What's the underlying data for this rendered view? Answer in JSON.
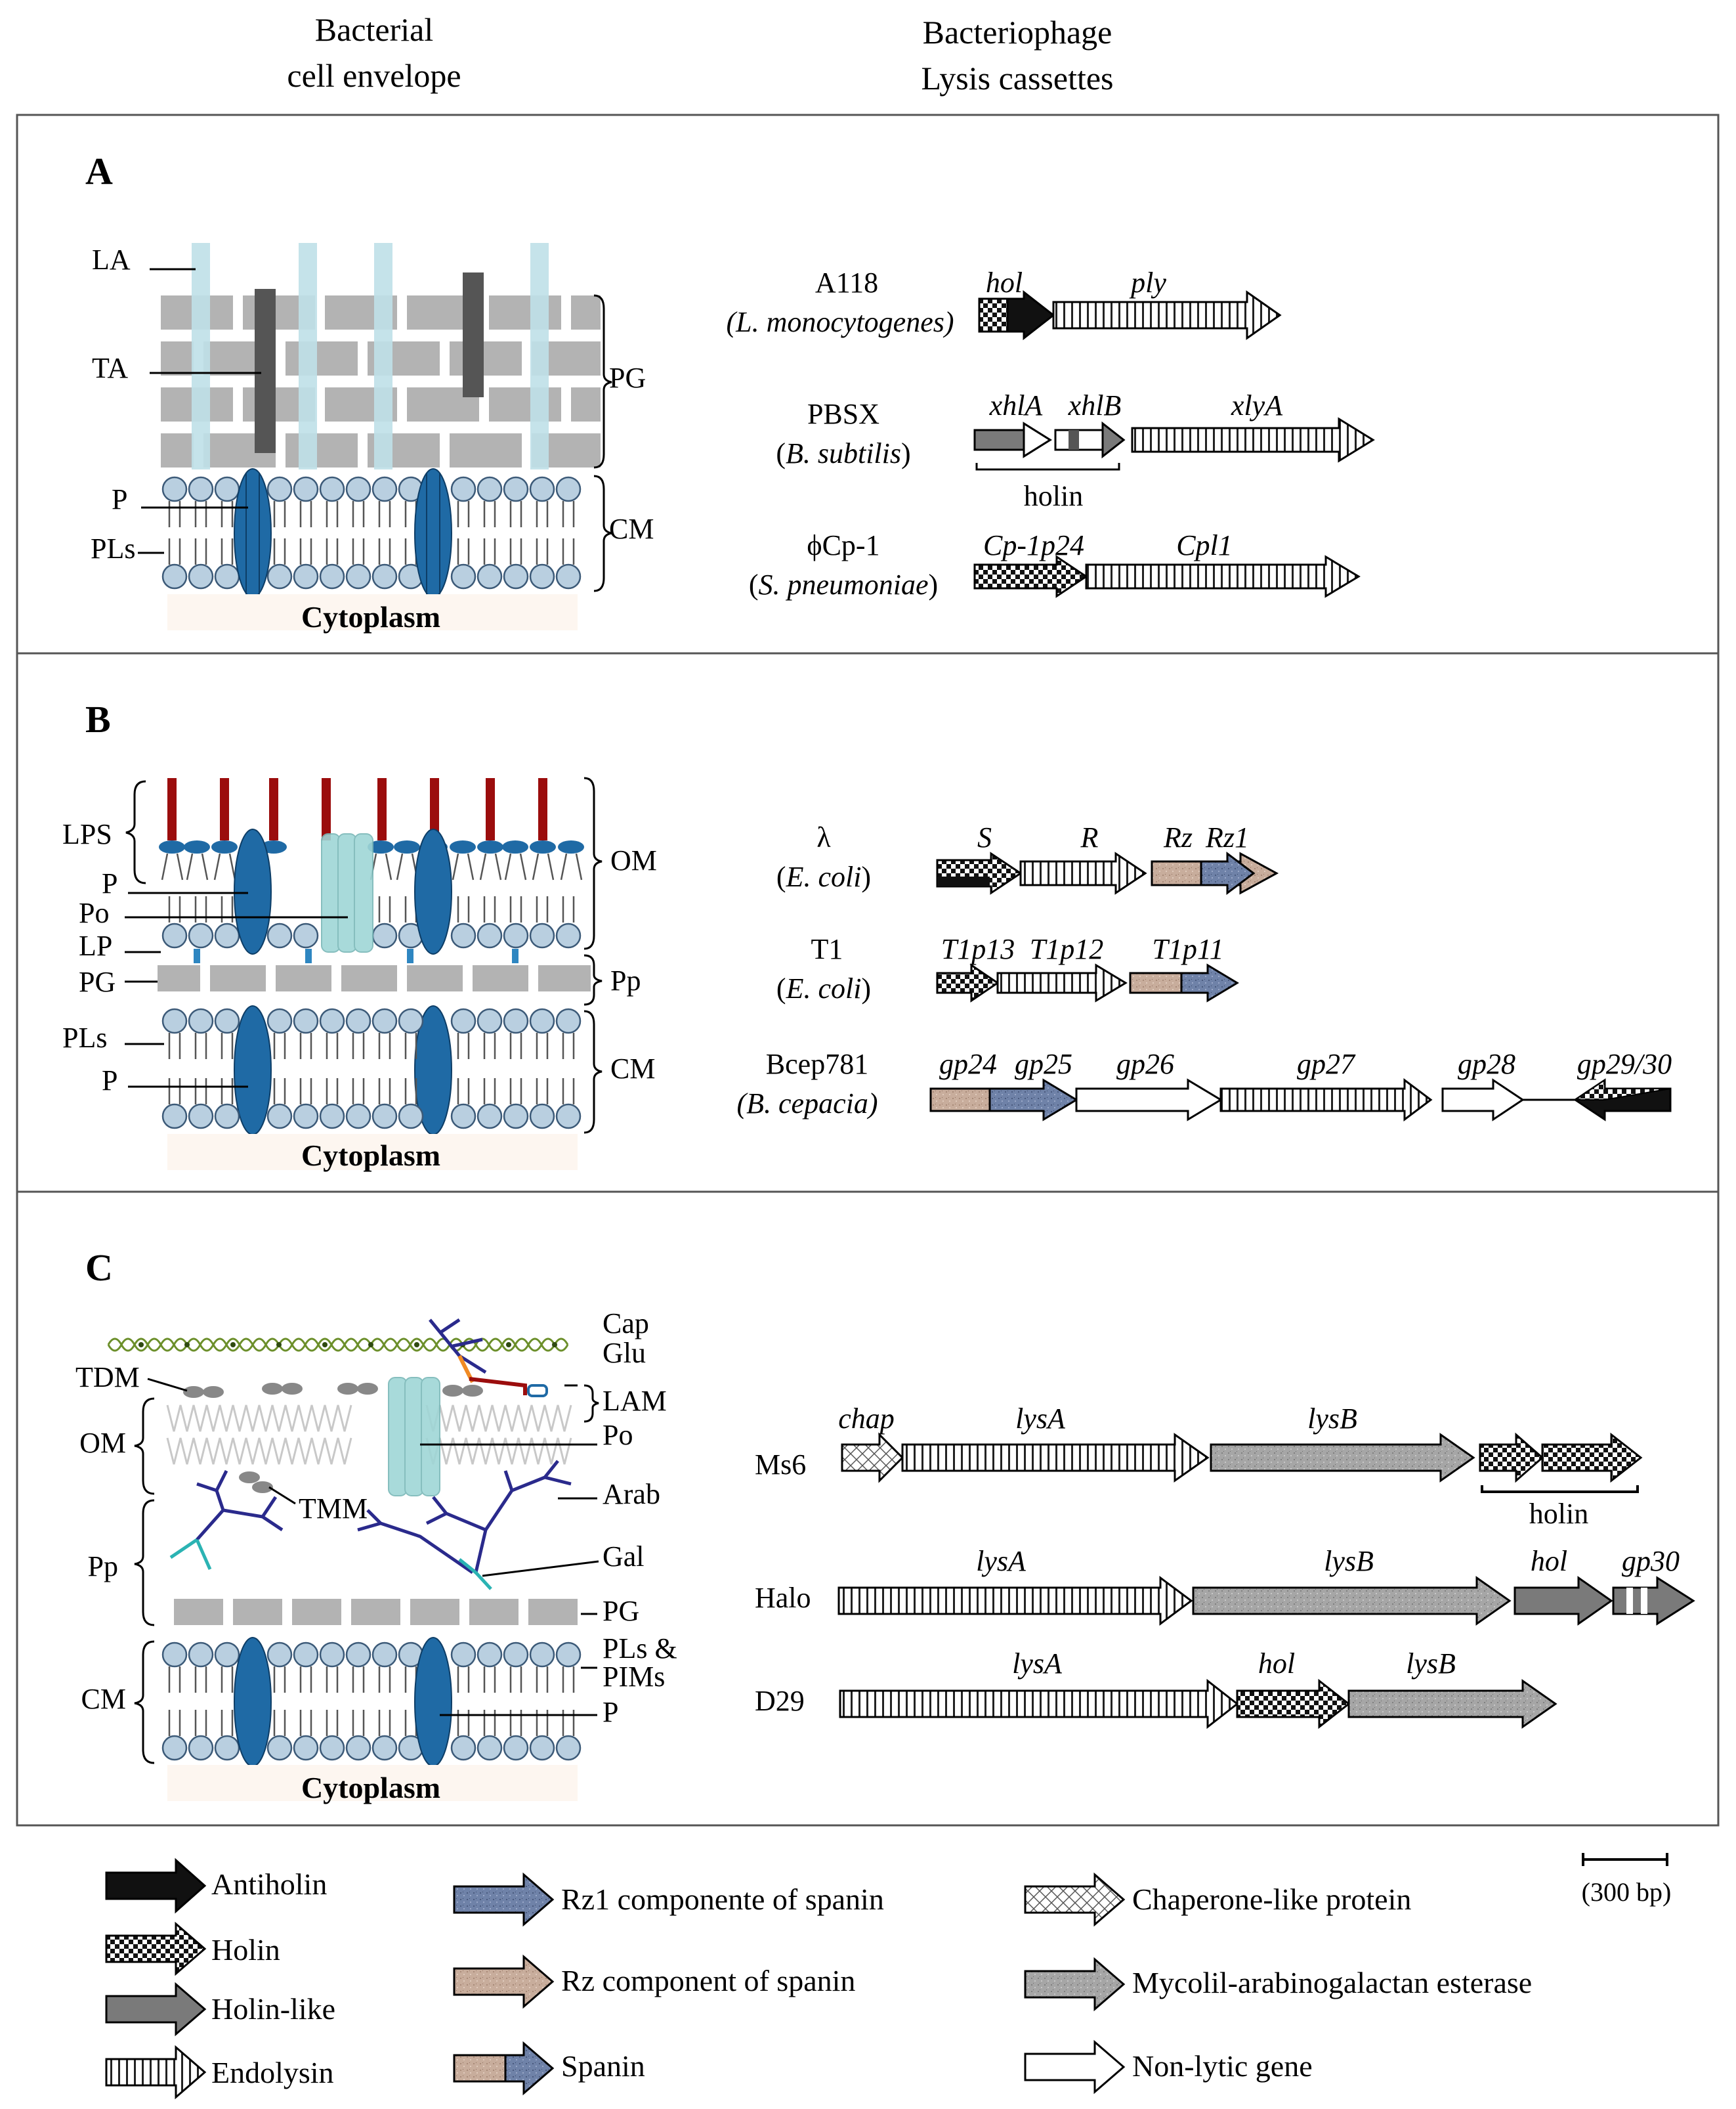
{
  "headers": {
    "left_line1": "Bacterial",
    "left_line2": "cell envelope",
    "right_line1": "Bacteriophage",
    "right_line2": "Lysis cassettes"
  },
  "panelA": {
    "letter": "A",
    "labels": {
      "la": "LA",
      "ta": "TA",
      "p": "P",
      "pls": "PLs",
      "pg": "PG",
      "cm": "CM",
      "cytoplasm": "Cytoplasm"
    },
    "phages": [
      {
        "name": "A118",
        "host": "L. monocytogenes",
        "genes": [
          "hol",
          "ply"
        ]
      },
      {
        "name": "PBSX",
        "host": "B. subtilis",
        "genes": [
          "xhlA",
          "xhlB",
          "xlyA"
        ],
        "bracket": "holin"
      },
      {
        "name": "ϕCp-1",
        "host": "S. pneumoniae",
        "genes": [
          "Cp-1p24",
          "Cpl1"
        ]
      }
    ]
  },
  "panelB": {
    "letter": "B",
    "labels": {
      "lps": "LPS",
      "p": "P",
      "po": "Po",
      "lp": "LP",
      "pg": "PG",
      "pls": "PLs",
      "p2": "P",
      "om": "OM",
      "pp": "Pp",
      "cm": "CM",
      "cytoplasm": "Cytoplasm"
    },
    "phages": [
      {
        "name": "λ",
        "host": "E. coli",
        "genes": [
          "S",
          "R",
          "Rz",
          "Rz1"
        ]
      },
      {
        "name": "T1",
        "host": "E. coli",
        "genes": [
          "T1p13",
          "T1p12",
          "T1p11"
        ]
      },
      {
        "name": "Bcep781",
        "host": "B. cepacia",
        "genes": [
          "gp24",
          "gp25",
          "gp26",
          "gp27",
          "gp28",
          "gp29/30"
        ]
      }
    ]
  },
  "panelC": {
    "letter": "C",
    "labels": {
      "cap": "Cap",
      "glu": "Glu",
      "tdm": "TDM",
      "lam": "LAM",
      "om": "OM",
      "po": "Po",
      "tmm": "TMM",
      "arab": "Arab",
      "pp": "Pp",
      "gal": "Gal",
      "pg": "PG",
      "pls_pims_1": "PLs &",
      "pls_pims_2": "PIMs",
      "cm": "CM",
      "p": "P",
      "cytoplasm": "Cytoplasm"
    },
    "phages": [
      {
        "name": "Ms6",
        "genes": [
          "chap",
          "lysA",
          "lysB"
        ],
        "bracket": "holin"
      },
      {
        "name": "Halo",
        "genes": [
          "lysA",
          "lysB",
          "hol",
          "gp30"
        ]
      },
      {
        "name": "D29",
        "genes": [
          "lysA",
          "hol",
          "lysB"
        ]
      }
    ]
  },
  "legend": {
    "items": [
      {
        "key": "antiholin",
        "label": "Antiholin"
      },
      {
        "key": "holin",
        "label": "Holin"
      },
      {
        "key": "holin_like",
        "label": "Holin-like"
      },
      {
        "key": "endolysin",
        "label": "Endolysin"
      },
      {
        "key": "rz1",
        "label": "Rz1 componente of spanin"
      },
      {
        "key": "rz",
        "label": "Rz component of spanin"
      },
      {
        "key": "spanin",
        "label": "Spanin"
      },
      {
        "key": "chaperone",
        "label": "Chaperone-like protein"
      },
      {
        "key": "esterase",
        "label": "Mycolil-arabinogalactan esterase"
      },
      {
        "key": "nonlytic",
        "label": "Non-lytic gene"
      }
    ],
    "scale_bar": "(300 bp)"
  },
  "colors": {
    "peptidoglycan": "#b3b3b3",
    "lipoteichoic": "#bfe0e8",
    "teichoic": "#555555",
    "porin": "#1f6aa5",
    "lipid_head": "#b9cfe0",
    "lps": "#9b0d0d",
    "outer_porin": "#9fd6d6",
    "arabinan": "#2a2a8c",
    "galactan": "#2bb3b3",
    "capsule": "#6c8f2b",
    "rz": "#c8ad9c",
    "rz1": "#6f82a8",
    "holin_like": "#7a7a7a",
    "esterase": "#a6a6a6"
  }
}
